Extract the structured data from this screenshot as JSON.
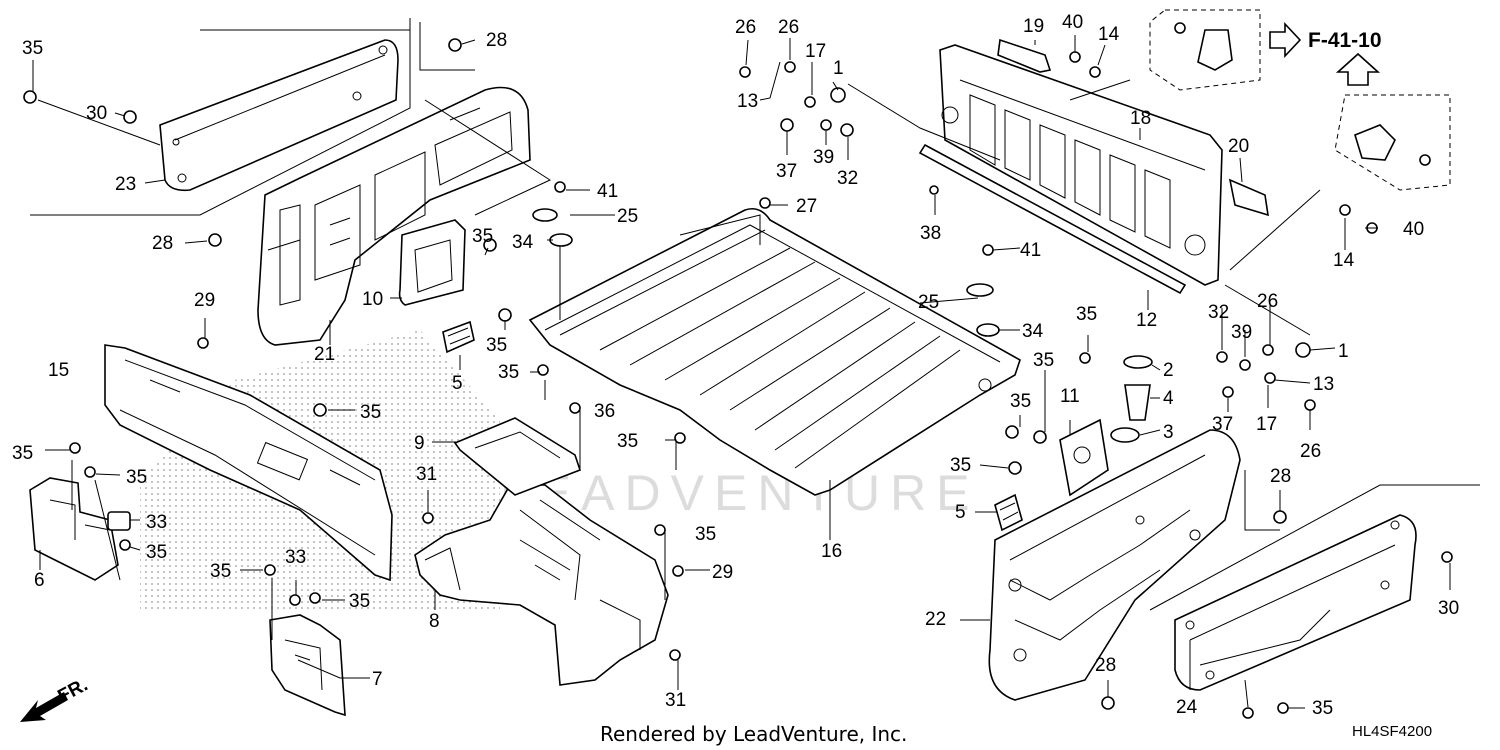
{
  "diagram": {
    "reference_link": "F-41-10",
    "fr_label": "FR.",
    "credit": "Rendered by LeadVenture, Inc.",
    "diagram_code": "HL4SF4200",
    "watermark": "LEADVENTURE",
    "callouts": [
      {
        "id": "c35a",
        "text": "35"
      },
      {
        "id": "c30a",
        "text": "30"
      },
      {
        "id": "c23",
        "text": "23"
      },
      {
        "id": "c28a",
        "text": "28"
      },
      {
        "id": "c28b",
        "text": "28"
      },
      {
        "id": "c29a",
        "text": "29"
      },
      {
        "id": "c21",
        "text": "21"
      },
      {
        "id": "c15",
        "text": "15"
      },
      {
        "id": "c10",
        "text": "10"
      },
      {
        "id": "c35b",
        "text": "35"
      },
      {
        "id": "c35c",
        "text": "35"
      },
      {
        "id": "c5a",
        "text": "5"
      },
      {
        "id": "c35d",
        "text": "35"
      },
      {
        "id": "c35e",
        "text": "35"
      },
      {
        "id": "c35f",
        "text": "35"
      },
      {
        "id": "c33a",
        "text": "33"
      },
      {
        "id": "c35g",
        "text": "35"
      },
      {
        "id": "c6",
        "text": "6"
      },
      {
        "id": "c35h",
        "text": "35"
      },
      {
        "id": "c33b",
        "text": "33"
      },
      {
        "id": "c35i",
        "text": "35"
      },
      {
        "id": "c7",
        "text": "7"
      },
      {
        "id": "c31a",
        "text": "31"
      },
      {
        "id": "c8",
        "text": "8"
      },
      {
        "id": "c31b",
        "text": "31"
      },
      {
        "id": "c9",
        "text": "9"
      },
      {
        "id": "c36",
        "text": "36"
      },
      {
        "id": "c35j",
        "text": "35"
      },
      {
        "id": "c35k",
        "text": "35"
      },
      {
        "id": "c29b",
        "text": "29"
      },
      {
        "id": "c35l",
        "text": "35"
      },
      {
        "id": "c41a",
        "text": "41"
      },
      {
        "id": "c25a",
        "text": "25"
      },
      {
        "id": "c34a",
        "text": "34"
      },
      {
        "id": "c27",
        "text": "27"
      },
      {
        "id": "c26a",
        "text": "26"
      },
      {
        "id": "c26b",
        "text": "26"
      },
      {
        "id": "c17a",
        "text": "17"
      },
      {
        "id": "c1a",
        "text": "1"
      },
      {
        "id": "c13a",
        "text": "13"
      },
      {
        "id": "c37a",
        "text": "37"
      },
      {
        "id": "c39a",
        "text": "39"
      },
      {
        "id": "c32a",
        "text": "32"
      },
      {
        "id": "c19",
        "text": "19"
      },
      {
        "id": "c40a",
        "text": "40"
      },
      {
        "id": "c14a",
        "text": "14"
      },
      {
        "id": "c18",
        "text": "18"
      },
      {
        "id": "c20",
        "text": "20"
      },
      {
        "id": "c38",
        "text": "38"
      },
      {
        "id": "c12",
        "text": "12"
      },
      {
        "id": "c32b",
        "text": "32"
      },
      {
        "id": "c26c",
        "text": "26"
      },
      {
        "id": "c14b",
        "text": "14"
      },
      {
        "id": "c40b",
        "text": "40"
      },
      {
        "id": "c41b",
        "text": "41"
      },
      {
        "id": "c25b",
        "text": "25"
      },
      {
        "id": "c34b",
        "text": "34"
      },
      {
        "id": "c35m",
        "text": "35"
      },
      {
        "id": "c35n",
        "text": "35"
      },
      {
        "id": "c2",
        "text": "2"
      },
      {
        "id": "c4",
        "text": "4"
      },
      {
        "id": "c3",
        "text": "3"
      },
      {
        "id": "c11",
        "text": "11"
      },
      {
        "id": "c35o",
        "text": "35"
      },
      {
        "id": "c35p",
        "text": "35"
      },
      {
        "id": "c5b",
        "text": "5"
      },
      {
        "id": "c39b",
        "text": "39"
      },
      {
        "id": "c1b",
        "text": "1"
      },
      {
        "id": "c13b",
        "text": "13"
      },
      {
        "id": "c37b",
        "text": "37"
      },
      {
        "id": "c17b",
        "text": "17"
      },
      {
        "id": "c26d",
        "text": "26"
      },
      {
        "id": "c16",
        "text": "16"
      },
      {
        "id": "c28c",
        "text": "28"
      },
      {
        "id": "c22",
        "text": "22"
      },
      {
        "id": "c30b",
        "text": "30"
      },
      {
        "id": "c28d",
        "text": "28"
      },
      {
        "id": "c24",
        "text": "24"
      },
      {
        "id": "c35q",
        "text": "35"
      }
    ]
  }
}
